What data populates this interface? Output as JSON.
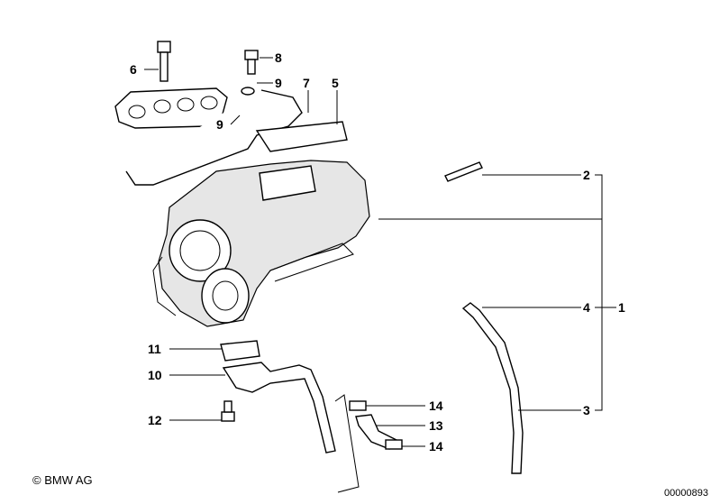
{
  "callouts": {
    "c1": "1",
    "c2": "2",
    "c3": "3",
    "c4": "4",
    "c5": "5",
    "c6": "6",
    "c7": "7",
    "c8": "8",
    "c9a": "9",
    "c9b": "9",
    "c10": "10",
    "c11": "11",
    "c12": "12",
    "c13": "13",
    "c14a": "14",
    "c14b": "14"
  },
  "copyright": "© BMW AG",
  "diagram_id": "00000893"
}
